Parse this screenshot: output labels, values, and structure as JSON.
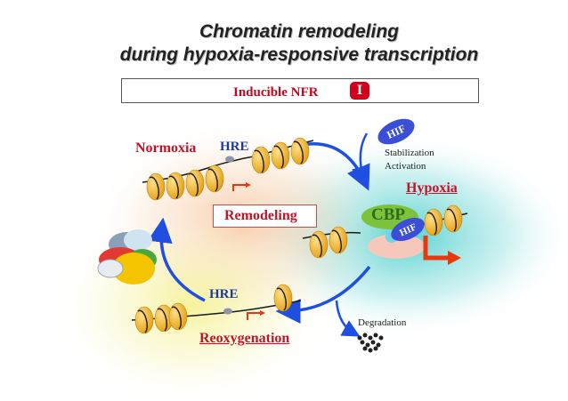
{
  "title": {
    "line1": "Chromatin remodeling",
    "line2": "during hypoxia-responsive transcription"
  },
  "nfr": {
    "label": "Inducible NFR",
    "badge": "I"
  },
  "states": {
    "normoxia": "Normoxia",
    "hypoxia": "Hypoxia",
    "reoxygenation": "Reoxygenation",
    "remodeling": "Remodeling"
  },
  "elements": {
    "hre_top": "HRE",
    "hre_bottom": "HRE",
    "hif": "HIF",
    "cbp": "CBP"
  },
  "annotations": {
    "stabilization": "Stabilization",
    "activation": "Activation",
    "degradation": "Degradation"
  },
  "colors": {
    "label_red": "#c0152a",
    "hre_blue": "#1d3a9b",
    "arrow_blue": "#1f4fe0",
    "nucleosome": "#f2b21b",
    "dna": "#1a1a1a",
    "hif_blue": "#3a4fd6",
    "cbp_green": "#7cc23a",
    "promoter_arrow": "#e8390e"
  }
}
